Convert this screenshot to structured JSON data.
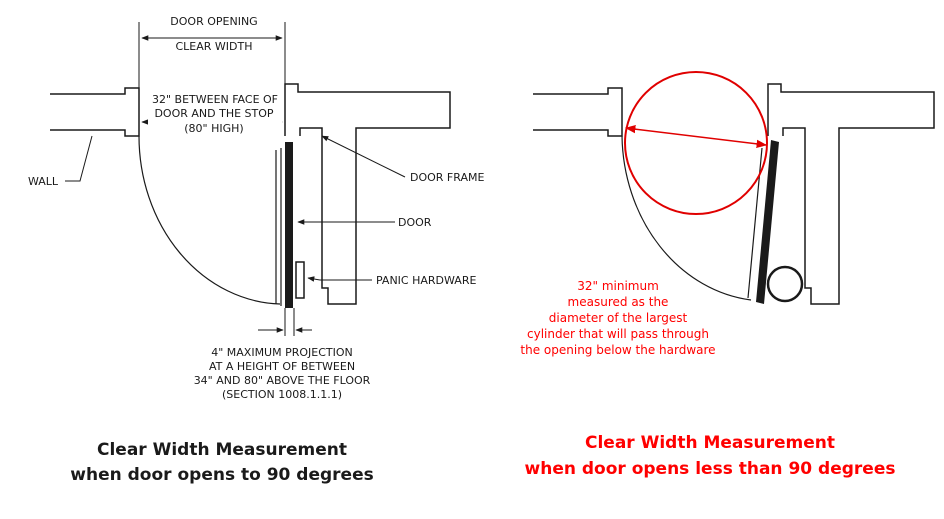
{
  "left": {
    "dim_title_1": "DOOR OPENING",
    "dim_title_2": "CLEAR WIDTH",
    "between_1": "32\" BETWEEN FACE OF",
    "between_2": "DOOR AND THE STOP",
    "between_3": "(80\" HIGH)",
    "wall": "WALL",
    "door_frame": "DOOR FRAME",
    "door": "DOOR",
    "panic_hardware": "PANIC HARDWARE",
    "projection_1": "4\" MAXIMUM PROJECTION",
    "projection_2": "AT A HEIGHT OF BETWEEN",
    "projection_3": "34\" AND 80\" ABOVE THE FLOOR",
    "projection_4": "(SECTION 1008.1.1.1)",
    "caption_1": "Clear Width Measurement",
    "caption_2": "when door opens to 90 degrees"
  },
  "right": {
    "note_1": "32\" minimum",
    "note_2": "measured as the",
    "note_3": "diameter of the largest",
    "note_4": "cylinder that will pass through",
    "note_5": "the opening below the hardware",
    "caption_1": "Clear Width Measurement",
    "caption_2": "when door opens less than 90 degrees"
  },
  "colors": {
    "accent": "#ff0000",
    "ink": "#1a1a1a"
  }
}
